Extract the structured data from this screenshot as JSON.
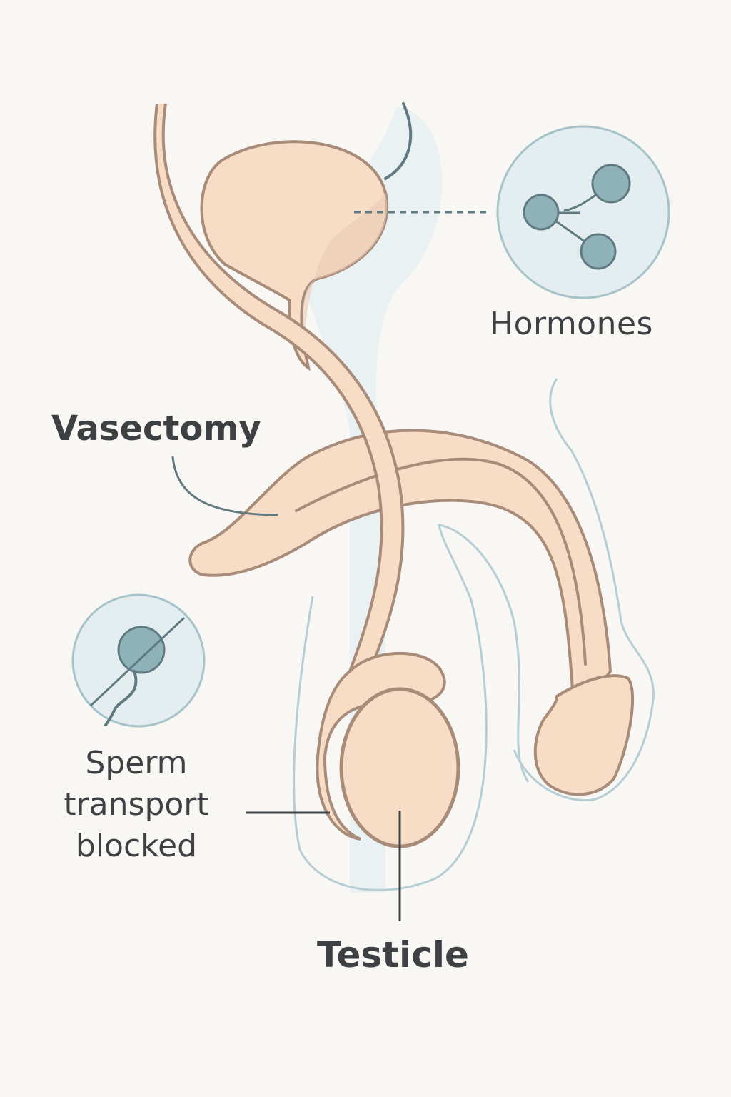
{
  "labels": {
    "hormones": "Hormones",
    "vasectomy": "Vasectomy",
    "sperm_transport_blocked": [
      "Sperm",
      "transport",
      "blocked"
    ],
    "testicle": "Testicle"
  },
  "icons": {
    "hormones_icon": "molecule-icon",
    "sperm_blocked_icon": "blocked-sperm-icon"
  },
  "colors": {
    "background": "#f8f7f3",
    "tissue_fill": "#f7dcc6",
    "tissue_outline": "#a88b79",
    "accent_blue": "#7fa4ab",
    "light_blue": "#dde9ec",
    "text": "#3e4144"
  }
}
